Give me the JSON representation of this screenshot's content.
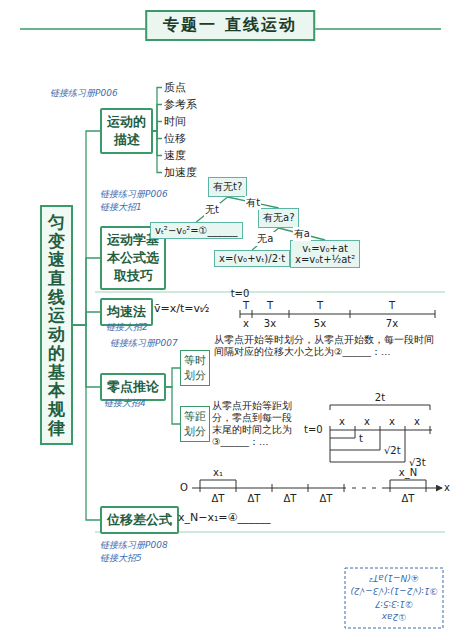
{
  "diagram": {
    "title": "专题一 直线运动",
    "nodes": [
      {
        "text": [
          "匀变速直线运动的基本规律"
        ]
      },
      {
        "text": [
          "运动的描述"
        ]
      },
      {
        "text": [
          "质点"
        ]
      },
      {
        "text": [
          "参考系"
        ]
      },
      {
        "text": [
          "时间"
        ]
      },
      {
        "text": [
          "位移"
        ]
      },
      {
        "text": [
          "速度"
        ]
      },
      {
        "text": [
          "加速度"
        ]
      },
      {
        "text": [
          "运动学基本公式选取技巧"
        ]
      },
      {
        "text": [
          "有无t?"
        ]
      },
      {
        "text": [
          "vₜ²−v₀²=①______"
        ]
      },
      {
        "text": [
          "有无a?"
        ]
      },
      {
        "text": [
          "x=(v₀+vₜ)/2·t"
        ]
      },
      {
        "text": [
          "vₜ=v₀+at",
          "x=v₀t+½at²"
        ]
      },
      {
        "text": [
          "均速法"
        ]
      },
      {
        "text": [
          "零点推论"
        ]
      },
      {
        "text": [
          "等时划分"
        ]
      },
      {
        "text": [
          "等距划分"
        ]
      },
      {
        "text": [
          "位移差公式"
        ]
      }
    ],
    "edges": [
      {
        "from": 0,
        "to": 1,
        "arrow": "none"
      },
      {
        "from": 0,
        "to": 8,
        "arrow": "none"
      },
      {
        "from": 0,
        "to": 14,
        "arrow": "none"
      },
      {
        "from": 0,
        "to": 15,
        "arrow": "none"
      },
      {
        "from": 0,
        "to": 18,
        "arrow": "none"
      },
      {
        "from": 1,
        "to": 2,
        "arrow": "none"
      },
      {
        "from": 1,
        "to": 3,
        "arrow": "none"
      },
      {
        "from": 1,
        "to": 4,
        "arrow": "none"
      },
      {
        "from": 1,
        "to": 5,
        "arrow": "none"
      },
      {
        "from": 1,
        "to": 6,
        "arrow": "none"
      },
      {
        "from": 1,
        "to": 7,
        "arrow": "none"
      },
      {
        "from": 9,
        "to": 10,
        "label": "无t",
        "arrow": "none"
      },
      {
        "from": 9,
        "to": 11,
        "label": "有t",
        "arrow": "none"
      },
      {
        "from": 11,
        "to": 12,
        "label": "无a",
        "arrow": "none"
      },
      {
        "from": 11,
        "to": 13,
        "label": "有a",
        "arrow": "none"
      },
      {
        "from": 15,
        "to": 16,
        "arrow": "none"
      },
      {
        "from": 15,
        "to": 17,
        "arrow": "none"
      }
    ],
    "labels": [
      "链接练习册P006",
      "链接练习册P006",
      "链接大招1",
      "v̄=x/t=vₜ⁄₂",
      "链接大招2",
      "t=0",
      "T",
      "T",
      "T",
      "T",
      "x",
      "3x",
      "5x",
      "7x",
      "从零点开始等时划分，从零点开始数，每一段时间间隔对应的位移大小之比为②______：…",
      "链接练习册P007",
      "链接大招4",
      "从零点开始等距划分，零点到每一段末尾的时间之比为③______：…",
      "2t",
      "t=0",
      "x",
      "x",
      "x",
      "x",
      "t",
      "√2t",
      "√3t",
      "O",
      "x₁",
      "x_N",
      "ΔT",
      "ΔT",
      "ΔT",
      "ΔT",
      "ΔT",
      "x",
      "x_N−x₁=④______",
      "链接练习册P008",
      "链接大招5",
      "①2ax",
      "②1∶3∶5∶7",
      "③1∶(√2−1)∶(√3−√2)",
      "④(N−1)aT²"
    ]
  }
}
